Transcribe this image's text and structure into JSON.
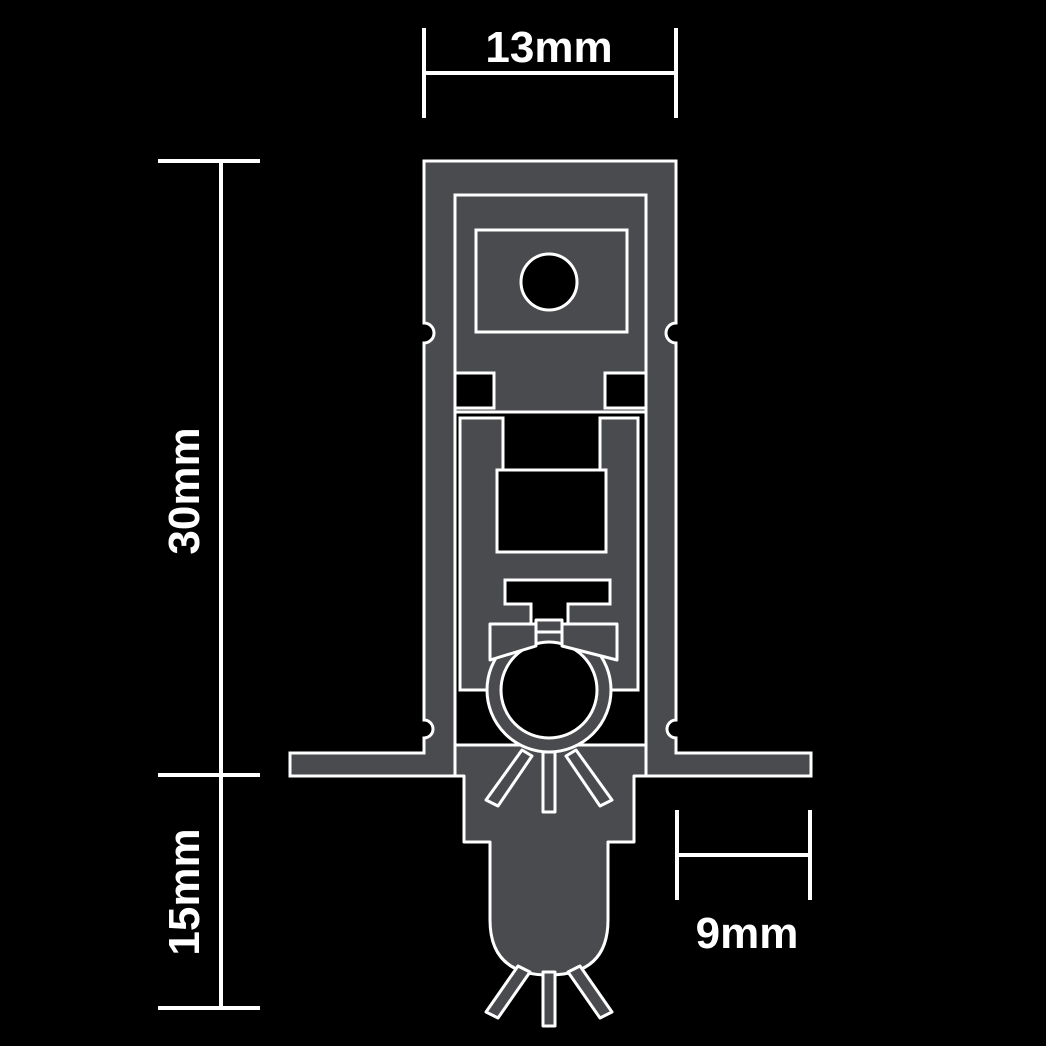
{
  "dimensions": {
    "width_label": "13mm",
    "total_height_label": "30mm",
    "drop_label": "15mm",
    "flange_label": "9mm"
  },
  "colors": {
    "background": "#000000",
    "profile_fill": "#4a4b4e",
    "outline": "#ffffff"
  }
}
